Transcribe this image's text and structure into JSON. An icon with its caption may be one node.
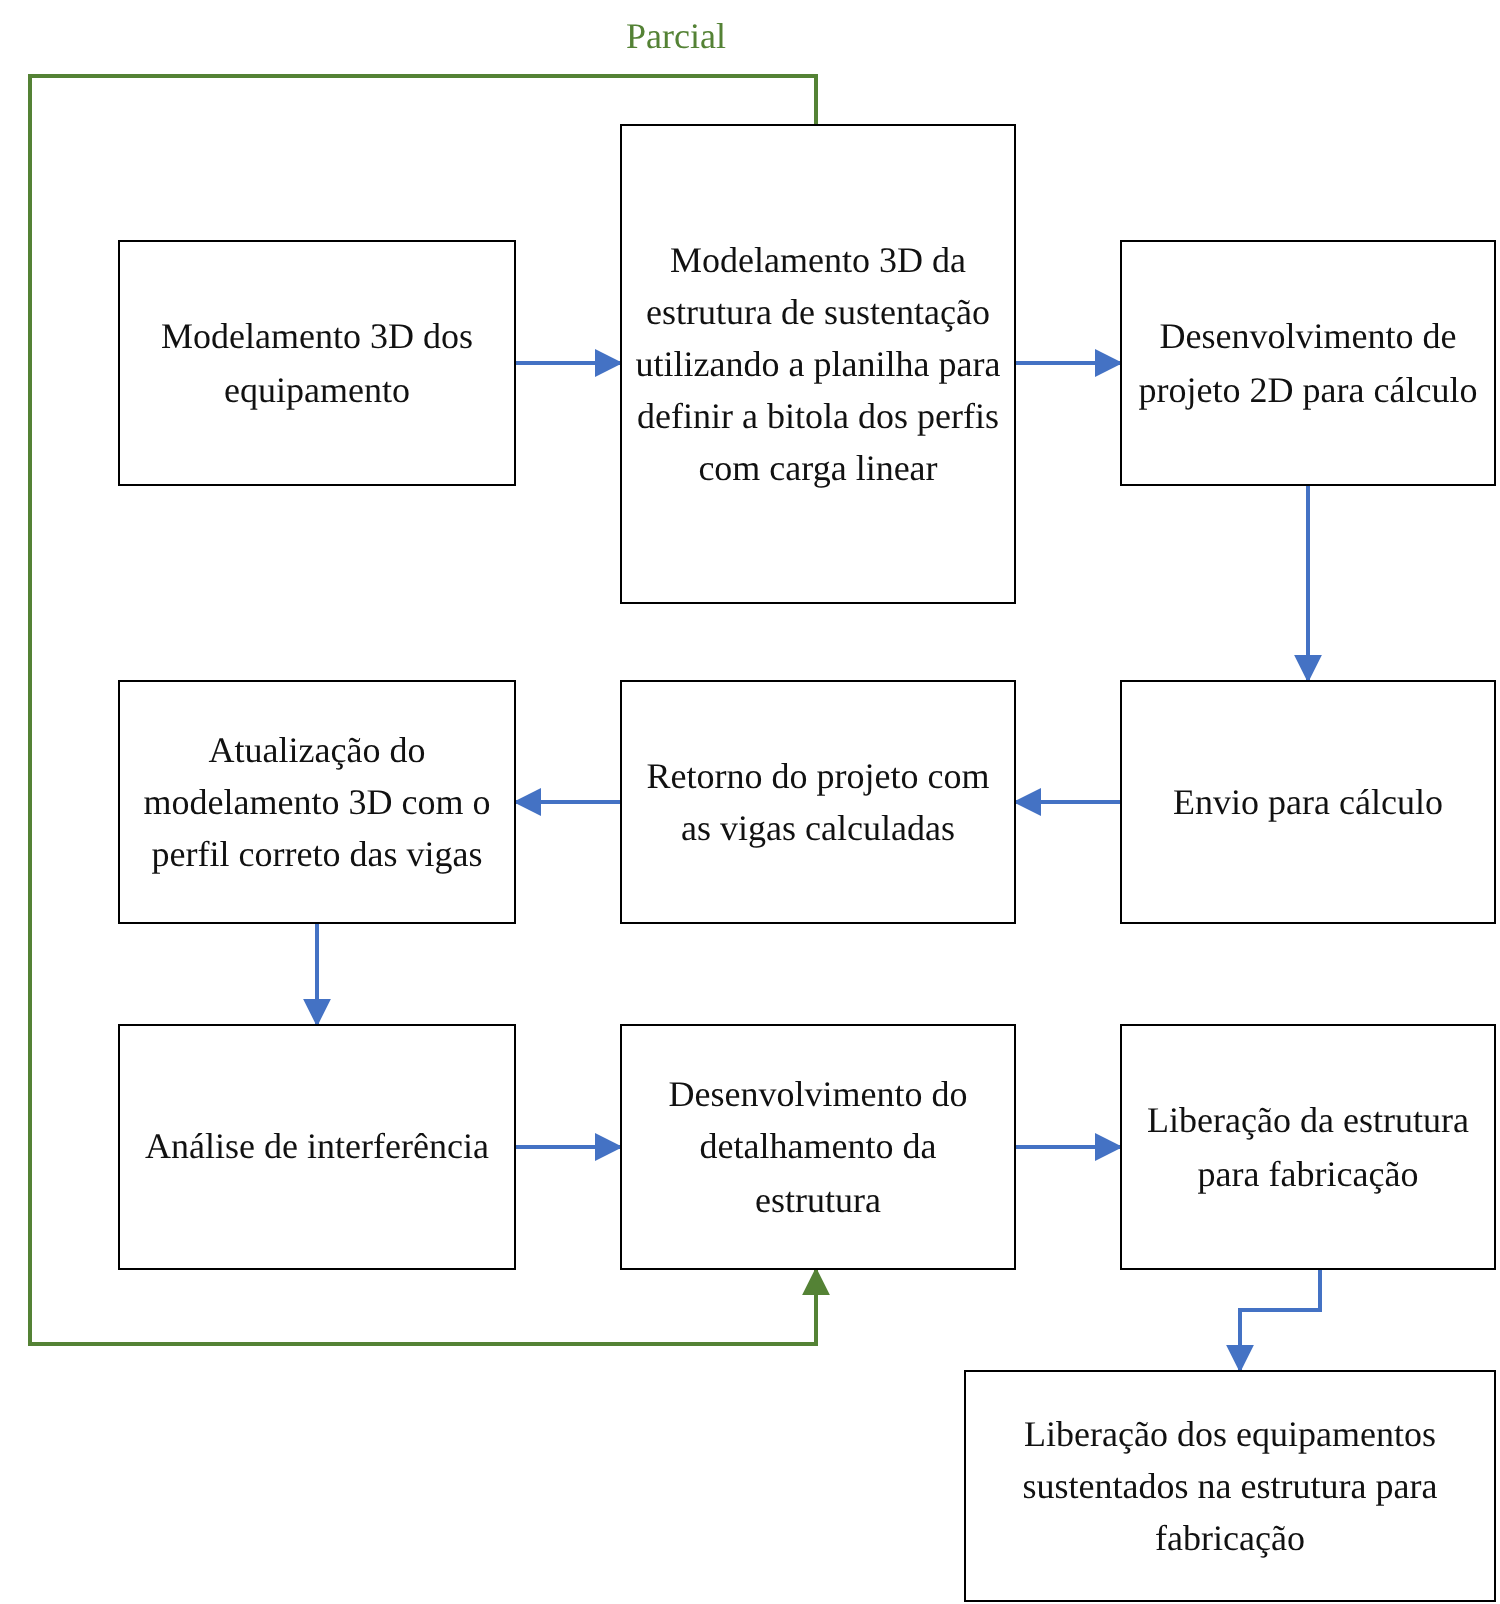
{
  "diagram": {
    "nodes": [
      {
        "text": [
          "Modelamento 3D dos equipamento"
        ]
      },
      {
        "text": [
          "Modelamento 3D da estrutura de sustentação utilizando a planilha para definir a bitola dos perfis com carga linear"
        ]
      },
      {
        "text": [
          "Desenvolvimento de projeto 2D para cálculo"
        ]
      },
      {
        "text": [
          "Envio para cálculo"
        ]
      },
      {
        "text": [
          "Retorno do projeto com as vigas calculadas"
        ]
      },
      {
        "text": [
          "Atualização do modelamento 3D com o perfil correto das vigas"
        ]
      },
      {
        "text": [
          "Análise de interferência"
        ]
      },
      {
        "text": [
          "Desenvolvimento do detalhamento da estrutura"
        ]
      },
      {
        "text": [
          "Liberação da estrutura para fabricação"
        ]
      },
      {
        "text": [
          "Liberação dos equipamentos sustentados na estrutura para fabricação"
        ]
      }
    ],
    "edges": [
      {
        "from": 0,
        "to": 1,
        "arrow": "to"
      },
      {
        "from": 1,
        "to": 2,
        "arrow": "to"
      },
      {
        "from": 2,
        "to": 3,
        "arrow": "to"
      },
      {
        "from": 3,
        "to": 4,
        "arrow": "to"
      },
      {
        "from": 4,
        "to": 5,
        "arrow": "to"
      },
      {
        "from": 5,
        "to": 6,
        "arrow": "to"
      },
      {
        "from": 6,
        "to": 7,
        "arrow": "to"
      },
      {
        "from": 7,
        "to": 8,
        "arrow": "to"
      },
      {
        "from": 8,
        "to": 9,
        "arrow": "to"
      },
      {
        "from": 1,
        "to": 7,
        "arrow": "to",
        "label": "Parcial",
        "color": "#548235"
      }
    ]
  }
}
